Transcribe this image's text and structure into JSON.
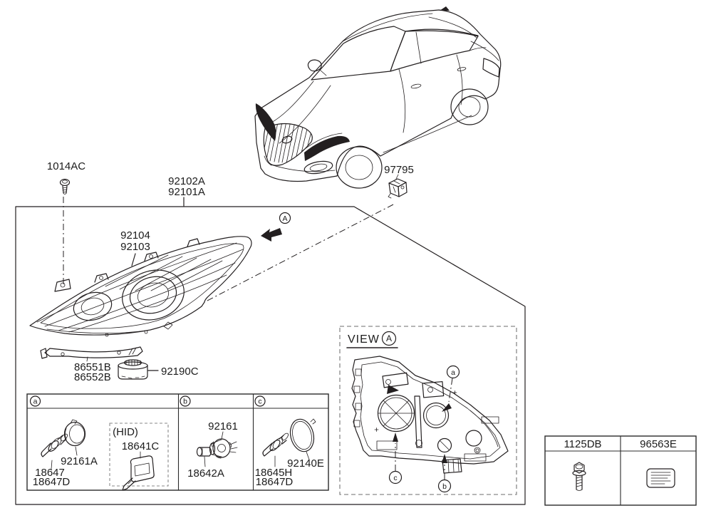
{
  "colors": {
    "ink": "#231f20",
    "paper": "#ffffff",
    "dashed_border": "#8a8a8a"
  },
  "top": {
    "screw_label": "1014AC",
    "assembly_label_line1": "92102A",
    "assembly_label_line2": "92101A",
    "connector_label": "97795"
  },
  "direction_marker": {
    "letter": "A"
  },
  "headlamp": {
    "unit_label_line1": "92104",
    "unit_label_line2": "92103",
    "strip_label_line1": "86551B",
    "strip_label_line2": "86552B",
    "module_label": "92190C"
  },
  "view_panel": {
    "title": "VIEW",
    "ref_letter": "A",
    "callout_a": "a",
    "callout_b": "b",
    "callout_c": "c"
  },
  "legend": {
    "section_a": {
      "ref": "a",
      "bulb_line1": "18647",
      "bulb_line2": "18647D",
      "cap_label": "92161A",
      "hid_caption": "(HID)",
      "hid_bulb_label": "18641C"
    },
    "section_b": {
      "ref": "b",
      "socket_label": "92161",
      "bulb_label": "18642A"
    },
    "section_c": {
      "ref": "c",
      "bulb_line1": "18645H",
      "bulb_line2": "18647D",
      "ring_label": "92140E"
    }
  },
  "hardware": {
    "bolt_label": "1125DB",
    "clip_label": "96563E"
  }
}
